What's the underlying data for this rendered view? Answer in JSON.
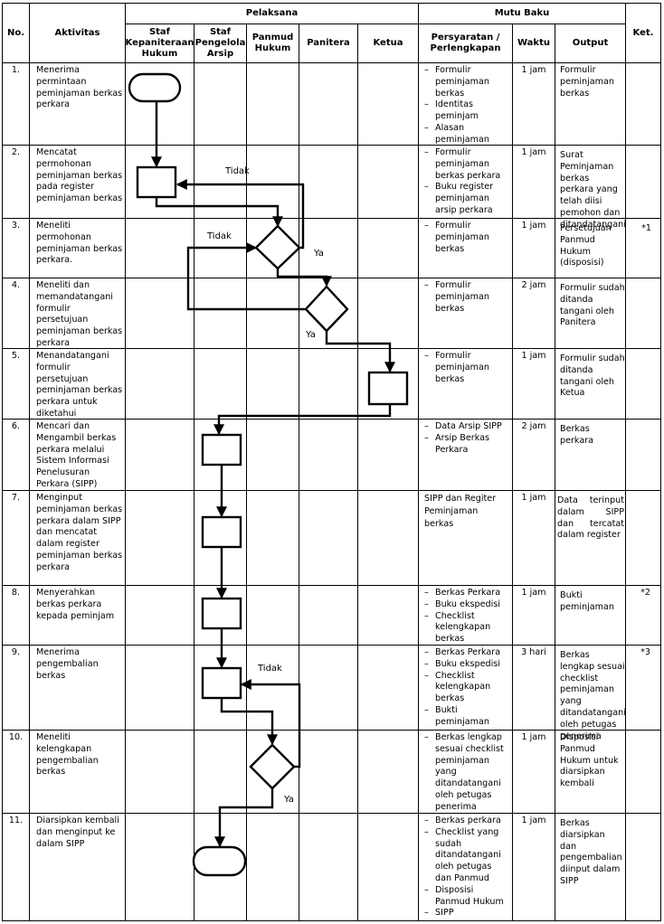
{
  "headers": {
    "no": "No.",
    "aktivitas": "Aktivitas",
    "pelaksana": "Pelaksana",
    "staf_kepaniteraan": [
      "Staf",
      "Kepaniteraan",
      "Hukum"
    ],
    "staf_pengelola": [
      "Staf",
      "Pengelola",
      "Arsip"
    ],
    "panmud": [
      "Panmud",
      "Hukum"
    ],
    "panitera": "Panitera",
    "ketua": "Ketua",
    "mutu_baku": "Mutu Baku",
    "persyaratan": [
      "Persyaratan /",
      "Perlengkapan"
    ],
    "waktu": "Waktu",
    "output": "Output",
    "ket": "Ket."
  },
  "rows": [
    {
      "no": "1.",
      "aktivitas": "Menerima permintaan peminjaman berkas perkara",
      "persyaratan": [
        "Formulir peminjaman berkas",
        "Identitas peminjam",
        "Alasan peminjaman"
      ],
      "waktu": "1 jam",
      "output": "Formulir peminjaman berkas",
      "ket": ""
    },
    {
      "no": "2.",
      "aktivitas": "Mencatat permohonan peminjaman berkas pada register peminjaman berkas",
      "persyaratan": [
        "Formulir peminjaman berkas perkara",
        "Buku register peminjaman arsip perkara"
      ],
      "waktu": "1 jam",
      "output": "Surat Peminjaman berkas perkara yang telah diisi pemohon dan ditandatangani",
      "ket": ""
    },
    {
      "no": "3.",
      "aktivitas": "Meneliti permohonan peminjaman berkas perkara.",
      "persyaratan": [
        "Formulir peminjaman berkas"
      ],
      "waktu": "1 jam",
      "output": "Persetujuan Panmud Hukum (disposisi)",
      "ket": "*1"
    },
    {
      "no": "4.",
      "aktivitas": "Meneliti dan memandatangani formulir persetujuan peminjaman berkas perkara",
      "persyaratan": [
        "Formulir peminjaman berkas"
      ],
      "waktu": "2 jam",
      "output": "Formulir sudah ditanda tangani oleh Panitera",
      "ket": ""
    },
    {
      "no": "5.",
      "aktivitas": "Menandatangani formulir persetujuan peminjaman berkas perkara untuk diketahui",
      "persyaratan": [
        "Formulir peminjaman berkas"
      ],
      "waktu": "1 jam",
      "output": "Formulir sudah ditanda tangani oleh Ketua",
      "ket": ""
    },
    {
      "no": "6.",
      "aktivitas": "Mencari dan Mengambil berkas perkara melalui Sistem Informasi Penelusuran Perkara (SIPP)",
      "persyaratan": [
        "Data Arsip SIPP",
        "Arsip Berkas Perkara"
      ],
      "waktu": "2 jam",
      "output": "Berkas perkara",
      "ket": ""
    },
    {
      "no": "7.",
      "aktivitas": "Menginput peminjaman berkas perkara dalam SIPP dan mencatat dalam register peminjaman berkas perkara",
      "persyaratan_text": "SIPP dan Regiter Peminjaman berkas",
      "waktu": "1 jam",
      "output": "Data terinput dalam SIPP dan tercatat dalam register",
      "ket": ""
    },
    {
      "no": "8.",
      "aktivitas": "Menyerahkan berkas perkara kepada peminjam",
      "persyaratan": [
        "Berkas Perkara",
        "Buku ekspedisi",
        "Checklist kelengkapan berkas"
      ],
      "waktu": "1 jam",
      "output": "Bukti peminjaman",
      "ket": "*2"
    },
    {
      "no": "9.",
      "aktivitas": "Menerima pengembalian berkas",
      "persyaratan": [
        "Berkas Perkara",
        "Buku ekspedisi",
        "Checklist kelengkapan berkas",
        "Bukti peminjaman"
      ],
      "waktu": "3 hari",
      "output": "Berkas lengkap sesuai checklist peminjaman yang ditandatangani oleh petugas penerima",
      "ket": "*3"
    },
    {
      "no": "10.",
      "aktivitas": "Meneliti kelengkapan pengembalian berkas",
      "persyaratan": [
        "Berkas lengkap sesuai checklist peminjaman yang ditandatangani oleh petugas penerima"
      ],
      "waktu": "1 jam",
      "output": "Disposisi Panmud Hukum untuk diarsipkan kembali",
      "ket": ""
    },
    {
      "no": "11.",
      "aktivitas": "Diarsipkan kembali dan menginput ke dalam SIPP",
      "persyaratan": [
        "Berkas perkara",
        "Checklist yang sudah ditandatangani oleh petugas dan Panmud",
        "Disposisi Panmud Hukum",
        "SIPP"
      ],
      "waktu": "1 jam",
      "output": "Berkas diarsipkan dan pengembalian diinput dalam SIPP",
      "ket": ""
    }
  ],
  "flow_labels": {
    "tidak_1": "Tidak",
    "tidak_2": "Tidak",
    "ya_1": "Ya",
    "ya_2": "Ya",
    "tidak_3": "Tidak",
    "ya_3": "Ya"
  }
}
